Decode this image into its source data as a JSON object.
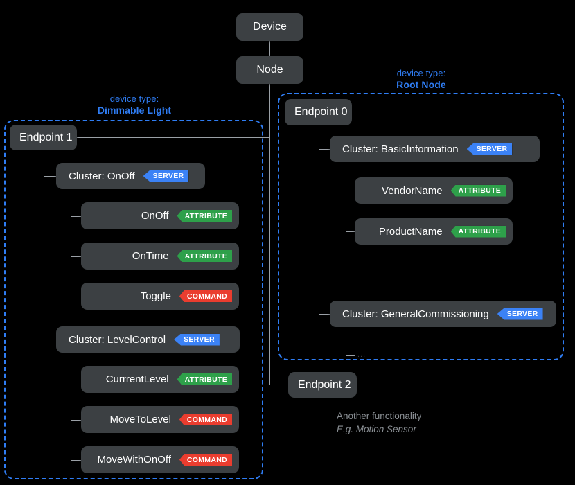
{
  "diagram": {
    "title_nodes": {
      "device": "Device",
      "node": "Node"
    },
    "device_types": [
      {
        "prefix": "device type:",
        "name": "Dimmable Light"
      },
      {
        "prefix": "device type:",
        "name": "Root Node"
      }
    ],
    "endpoints": {
      "ep1": "Endpoint 1",
      "ep0": "Endpoint 0",
      "ep2": "Endpoint 2"
    },
    "clusters": {
      "onoff": {
        "label": "Cluster: OnOff",
        "badge": "SERVER"
      },
      "levelcontrol": {
        "label": "Cluster: LevelControl",
        "badge": "SERVER"
      },
      "basicinformation": {
        "label": "Cluster: BasicInformation",
        "badge": "SERVER"
      },
      "generalcommissioning": {
        "label": "Cluster: GeneralCommissioning",
        "badge": "SERVER"
      }
    },
    "onoff_members": [
      {
        "label": "OnOff",
        "badge": "ATTRIBUTE",
        "kind": "attribute"
      },
      {
        "label": "OnTime",
        "badge": "ATTRIBUTE",
        "kind": "attribute"
      },
      {
        "label": "Toggle",
        "badge": "COMMAND",
        "kind": "command"
      }
    ],
    "levelcontrol_members": [
      {
        "label": "CurrrentLevel",
        "badge": "ATTRIBUTE",
        "kind": "attribute"
      },
      {
        "label": "MoveToLevel",
        "badge": "COMMAND",
        "kind": "command"
      },
      {
        "label": "MoveWithOnOff",
        "badge": "COMMAND",
        "kind": "command"
      }
    ],
    "basicinformation_members": [
      {
        "label": "VendorName",
        "badge": "ATTRIBUTE",
        "kind": "attribute"
      },
      {
        "label": "ProductName",
        "badge": "ATTRIBUTE",
        "kind": "attribute"
      }
    ],
    "generalcommissioning_members": [
      {
        "label": "...",
        "badge": "",
        "kind": "ellipsis"
      }
    ],
    "endpoint2_annotation": {
      "line1": "Another functionality",
      "line2": "E.g. Motion Sensor"
    },
    "colors": {
      "background": "#000000",
      "box": "#3c4043",
      "line": "#9aa0a6",
      "accent_blue": "#2f7df4",
      "badge_server": "#3b82f6",
      "badge_attribute": "#2ea04a",
      "badge_command": "#ea3d2f",
      "annotation_gray": "#8a8f94"
    }
  }
}
